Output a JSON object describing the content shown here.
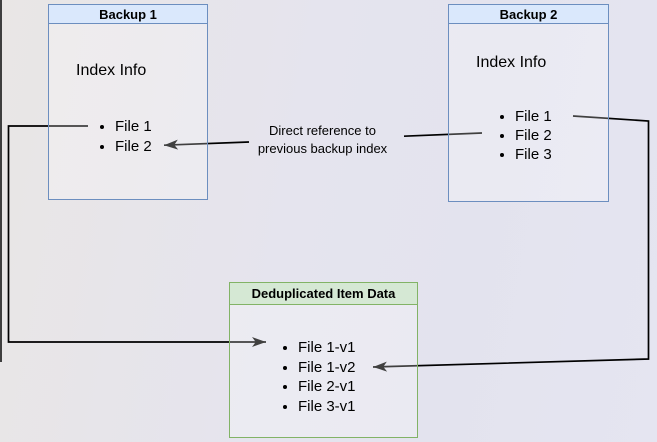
{
  "diagram": {
    "colors": {
      "blue_header_fill": "#dae8fc",
      "blue_border": "#6c8ebf",
      "green_header_fill": "#d5e8d4",
      "green_border": "#82b366",
      "arrow_color": "#000000"
    },
    "backup1": {
      "title": "Backup 1",
      "section_label": "Index Info",
      "files": [
        "File 1",
        "File 2"
      ]
    },
    "backup2": {
      "title": "Backup 2",
      "section_label": "Index Info",
      "files": [
        "File 1",
        "File 2",
        "File 3"
      ]
    },
    "dedup_store": {
      "title": "Deduplicated Item Data",
      "files": [
        "File 1-v1",
        "File 1-v2",
        "File 2-v1",
        "File 3-v1"
      ]
    },
    "annotation": {
      "line1": "Direct reference to",
      "line2": "previous backup index"
    }
  }
}
